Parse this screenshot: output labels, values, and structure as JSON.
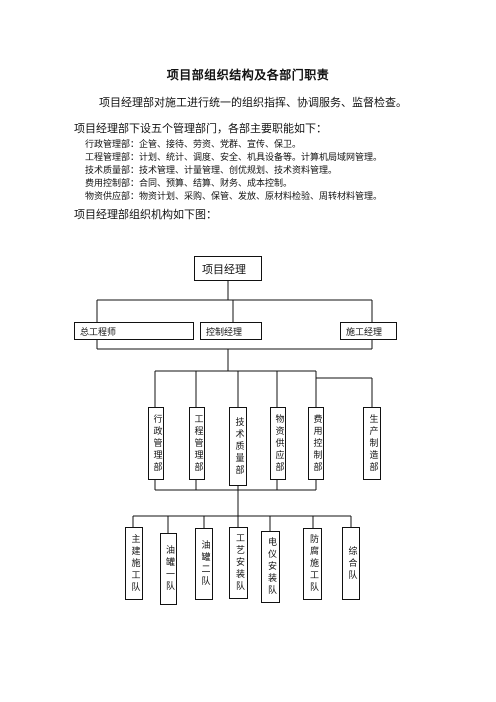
{
  "doc": {
    "title": "项目部组织结构及各部门职责",
    "intro_line1": "项目经理部对施工进行统一的组织指挥、协调服务、监督检查。",
    "intro_line2": "项目经理部下设五个管理部门，各部主要职能如下：",
    "duties": [
      "行政管理部：企管、接待、劳资、党群、宣传、保卫。",
      "工程管理部：计划、统计、调度、安全、机具设备等。计算机局域网管理。",
      "技术质量部：技术管理、计量管理、创优规划、技术资料管理。",
      "费用控制部：合同、预算、结算、财务、成本控制。",
      "物资供应部：物资计划、采购、保管、发放、原材料检验、周转材料管理。"
    ],
    "chart_intro": "项目经理部组织机构如下图："
  },
  "org": {
    "top": "项目经理",
    "level2": [
      "总工程师",
      "控制经理",
      "施工经理"
    ],
    "departments": [
      "行政管理部",
      "工程管理部",
      "技术质量部",
      "物资供应部",
      "费用控制部",
      "生产制造部"
    ],
    "teams": [
      "主建施工队",
      "油罐一队",
      "油罐二队",
      "工艺安装队",
      "电仪安装队",
      "防腐施工队",
      "综合队"
    ]
  }
}
